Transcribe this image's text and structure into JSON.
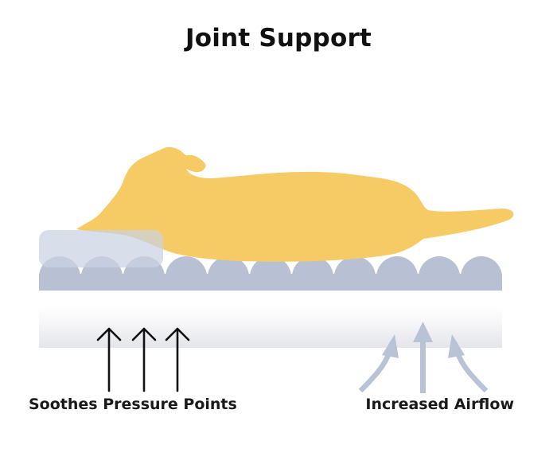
{
  "title": "Joint Support",
  "labels": {
    "left": "Soothes Pressure Points",
    "right": "Increased Airflow"
  },
  "colors": {
    "dog": "#f6cb66",
    "bumps": "#b8c1d4",
    "pillow": "#c9d2e2",
    "base_light": "#f7f7f9",
    "base_dark": "#e3e4ea",
    "pressure_arrow": "#111111",
    "airflow_arrow": "#b8c3d6"
  },
  "icons": {
    "pressure": "arrow-up-icon",
    "airflow": "airflow-arrow-icon"
  }
}
